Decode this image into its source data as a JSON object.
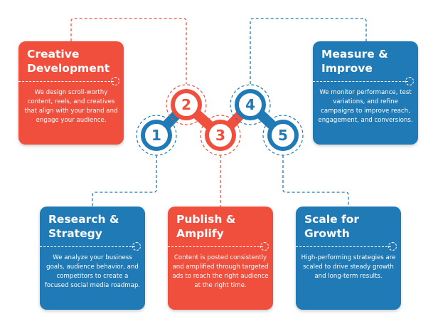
{
  "colors": {
    "red": "#f04f3e",
    "blue": "#1f7ab6"
  },
  "steps": [
    {
      "number": "1",
      "title": "Research & Strategy",
      "description": "We analyze your business goals, audience behavior, and competitors to create a focused social media roadmap."
    },
    {
      "number": "2",
      "title": "Creative Development",
      "description": "We design scroll-worthy content, reels, and creatives that align with your brand and engage your audience."
    },
    {
      "number": "3",
      "title": "Publish & Amplify",
      "description": "Content is posted consistently and amplified through targeted ads to reach the right audience at the right time."
    },
    {
      "number": "4",
      "title": "Measure & Improve",
      "description": "We monitor performance, test variations, and refine campaigns to improve reach, engagement, and conversions."
    },
    {
      "number": "5",
      "title": "Scale for Growth",
      "description": "High-performing strategies are scaled to drive steady growth and long-term results."
    }
  ]
}
